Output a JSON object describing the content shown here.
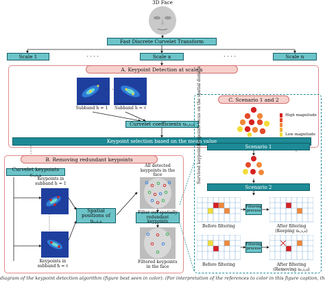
{
  "face_title": "3D Face",
  "fdct": "Fast Discrete Curvelet Transform",
  "scales": [
    "Scale 1",
    "Scale a",
    "Scale n"
  ],
  "dots": "· · · ·",
  "sectionA": {
    "title": "A. Keypoint Detection at scale s",
    "subband_1": "Subband h = 1",
    "subband_l": "Subband h = ℓ",
    "curvelet_coeffs": "Curvelet coefficients  uₛ,ₕ,ₖ",
    "keypoint_selection": "Keypoint selection based on the mean value"
  },
  "sectionB": {
    "title": "B. Removing redundant keypoints",
    "curvelet_keypoints": "Curvelet keypoints  cₛ,ₕ,ₖ",
    "keypoints_sub": "Keypoints in subband h = 1",
    "keypoints_sub_l": "Keypoints in subband h = ℓ",
    "spatial_positions": "Spatial positions of uₛ,ₕ,ₖ",
    "all_detected": "All detected keypoints in the face",
    "filter_out": "Filter out spatially redundant keypoints",
    "filtered": "Filtered keypoints in the face"
  },
  "sectionC": {
    "title": "C. Scenario 1 and 2",
    "keypoints_locus": "Keypoints locus on the spatial domain",
    "survived": "Survived keypoints",
    "high_mag": "High magnitude",
    "low_mag": "Low magnitude",
    "scenario1": "Scenario 1",
    "scenario2": "Scenario 2",
    "filtering_process": "Filtering process",
    "before_filtering": "Before filtering",
    "after_filtering_1": "After filtering (Keeping uₛ,ₕ,ₖ)",
    "after_filtering_2": "After filtering (Removing uₛ,ₕ,ₖ)"
  },
  "caption": "diagram of the keypoint detection algorithm (figure best seen in color). (For interpretation of the references to color in this figure caption, the reader",
  "colors": {
    "teal": "#6cc4c9",
    "teal_dark": "#1d8a95",
    "section_fill": "#f6d0cc",
    "red": "#d62020",
    "orange": "#f0883a",
    "yellow": "#f3dc3a"
  }
}
